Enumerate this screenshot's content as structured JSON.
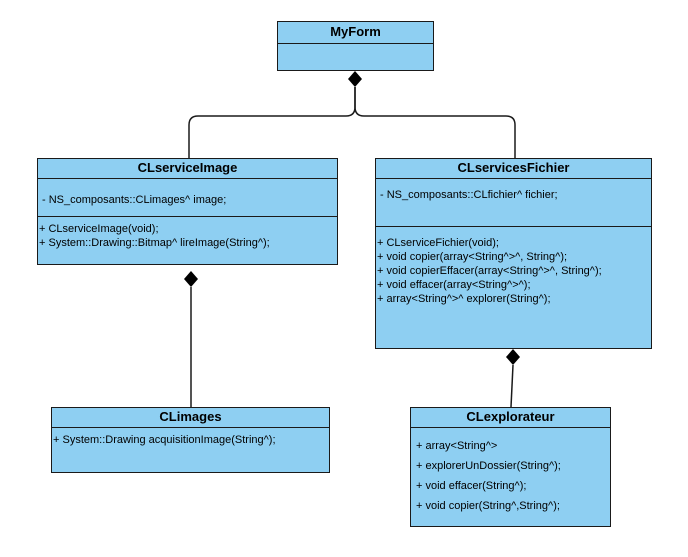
{
  "diagram": {
    "type": "uml-class-diagram",
    "colors": {
      "class_fill": "#8ecff2",
      "border": "#1a1a1a",
      "edge": "#1a1a1a"
    },
    "classes": {
      "myform": {
        "name": "MyForm",
        "attributes": [],
        "operations": []
      },
      "serviceimage": {
        "name": "CLserviceImage",
        "attributes": [
          "- NS_composants::CLimages^ image;"
        ],
        "operations": [
          "+ CLserviceImage(void);",
          "+ System::Drawing::Bitmap^ lireImage(String^);"
        ]
      },
      "servicesfichier": {
        "name": "CLservicesFichier",
        "attributes": [
          "- NS_composants::CLfichier^ fichier;"
        ],
        "operations": [
          "+ CLserviceFichier(void);",
          "+ void copier(array<String^>^, String^);",
          "+ void copierEffacer(array<String^>^, String^);",
          "+ void effacer(array<String^>^);",
          "+ array<String^>^ explorer(String^);"
        ]
      },
      "climages": {
        "name": "CLimages",
        "attributes": [],
        "operations": [
          "+ System::Drawing acquisitionImage(String^);"
        ]
      },
      "explorateur": {
        "name": "CLexplorateur",
        "attributes": [],
        "operations": [
          "+ array<String^>",
          "+ explorerUnDossier(String^);",
          "+ void effacer(String^);",
          "+ void copier(String^,String^);"
        ]
      }
    },
    "relations": [
      {
        "type": "composition",
        "whole": "MyForm",
        "part": "CLserviceImage"
      },
      {
        "type": "composition",
        "whole": "MyForm",
        "part": "CLservicesFichier"
      },
      {
        "type": "composition",
        "whole": "CLserviceImage",
        "part": "CLimages"
      },
      {
        "type": "composition",
        "whole": "CLservicesFichier",
        "part": "CLexplorateur"
      }
    ]
  }
}
